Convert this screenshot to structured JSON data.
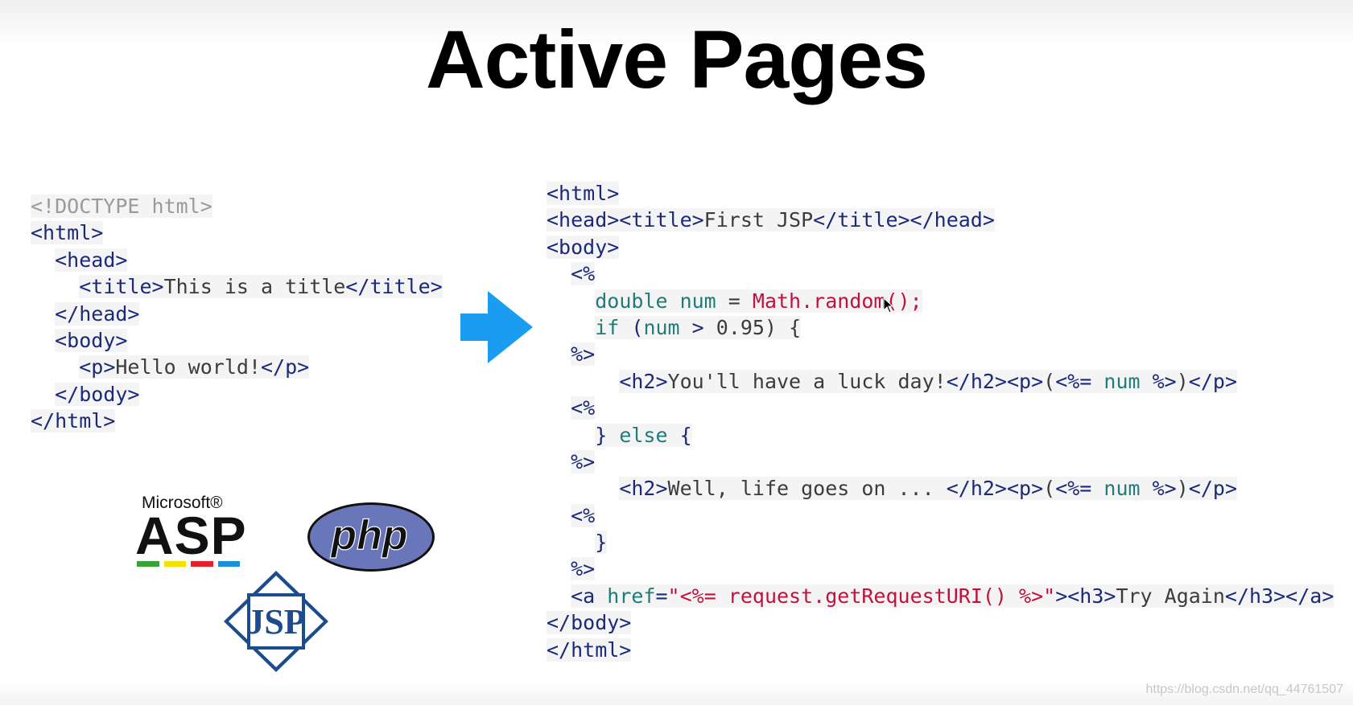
{
  "slide": {
    "title": "Active Pages",
    "watermark": "https://blog.csdn.net/qq_44761507"
  },
  "left_code": [
    [
      [
        "g",
        "<!DOCTYPE html>"
      ]
    ],
    [
      [
        "t",
        "<html>"
      ]
    ],
    [
      [
        "d",
        "  "
      ],
      [
        "t",
        "<head>"
      ]
    ],
    [
      [
        "d",
        "    "
      ],
      [
        "t",
        "<title>"
      ],
      [
        "d",
        "This is a title"
      ],
      [
        "t",
        "</title>"
      ]
    ],
    [
      [
        "d",
        "  "
      ],
      [
        "t",
        "</head>"
      ]
    ],
    [
      [
        "d",
        "  "
      ],
      [
        "t",
        "<body>"
      ]
    ],
    [
      [
        "d",
        "    "
      ],
      [
        "t",
        "<p>"
      ],
      [
        "d",
        "Hello world!"
      ],
      [
        "t",
        "</p>"
      ]
    ],
    [
      [
        "d",
        "  "
      ],
      [
        "t",
        "</body>"
      ]
    ],
    [
      [
        "t",
        "</html>"
      ]
    ]
  ],
  "right_code": [
    [
      [
        "t",
        "<html>"
      ]
    ],
    [
      [
        "t",
        "<head><title>"
      ],
      [
        "d",
        "First JSP"
      ],
      [
        "t",
        "</title></head>"
      ]
    ],
    [
      [
        "t",
        "<body>"
      ]
    ],
    [
      [
        "d",
        "  "
      ],
      [
        "t",
        "<%"
      ]
    ],
    [
      [
        "d",
        "    "
      ],
      [
        "k",
        "double num "
      ],
      [
        "d",
        "= "
      ],
      [
        "s",
        "Math.random();"
      ]
    ],
    [
      [
        "d",
        "    "
      ],
      [
        "k",
        "if "
      ],
      [
        "t",
        "("
      ],
      [
        "k",
        "num "
      ],
      [
        "t",
        "> "
      ],
      [
        "d",
        "0.95) {"
      ]
    ],
    [
      [
        "d",
        "  "
      ],
      [
        "t",
        "%>"
      ]
    ],
    [
      [
        "d",
        "      "
      ],
      [
        "t",
        "<h2>"
      ],
      [
        "d",
        "You'll have a luck day!"
      ],
      [
        "t",
        "</h2><p>"
      ],
      [
        "d",
        "("
      ],
      [
        "t",
        "<%="
      ],
      [
        "k",
        " num "
      ],
      [
        "t",
        "%>"
      ],
      [
        "d",
        ")"
      ],
      [
        "t",
        "</p>"
      ]
    ],
    [
      [
        "d",
        "  "
      ],
      [
        "t",
        "<%"
      ]
    ],
    [
      [
        "d",
        "    "
      ],
      [
        "t",
        "} "
      ],
      [
        "k",
        "else "
      ],
      [
        "t",
        "{"
      ]
    ],
    [
      [
        "d",
        "  "
      ],
      [
        "t",
        "%>"
      ]
    ],
    [
      [
        "d",
        "      "
      ],
      [
        "t",
        "<h2>"
      ],
      [
        "d",
        "Well, life goes on ... "
      ],
      [
        "t",
        "</h2><p>"
      ],
      [
        "d",
        "("
      ],
      [
        "t",
        "<%="
      ],
      [
        "k",
        " num "
      ],
      [
        "t",
        "%>"
      ],
      [
        "d",
        ")"
      ],
      [
        "t",
        "</p>"
      ]
    ],
    [
      [
        "d",
        "  "
      ],
      [
        "t",
        "<%"
      ]
    ],
    [
      [
        "d",
        "    "
      ],
      [
        "t",
        "}"
      ]
    ],
    [
      [
        "d",
        "  "
      ],
      [
        "t",
        "%>"
      ]
    ],
    [
      [
        "d",
        "  "
      ],
      [
        "t",
        "<a "
      ],
      [
        "k",
        "href"
      ],
      [
        "t",
        "="
      ],
      [
        "s",
        "\"<%= request.getRequestURI() %>\""
      ],
      [
        "t",
        "><h3>"
      ],
      [
        "d",
        "Try Again"
      ],
      [
        "t",
        "</h3></a>"
      ]
    ],
    [
      [
        "t",
        "</body>"
      ]
    ],
    [
      [
        "t",
        "</html>"
      ]
    ]
  ],
  "logos": {
    "asp_brand": "Microsoft®",
    "asp_text": "ASP",
    "php_text": "php",
    "jsp_text": "JSP"
  },
  "colors": {
    "tag": "#1b2a78",
    "keyword": "#1f7c78",
    "string": "#c0123c",
    "arrow": "#1a9cf0"
  }
}
